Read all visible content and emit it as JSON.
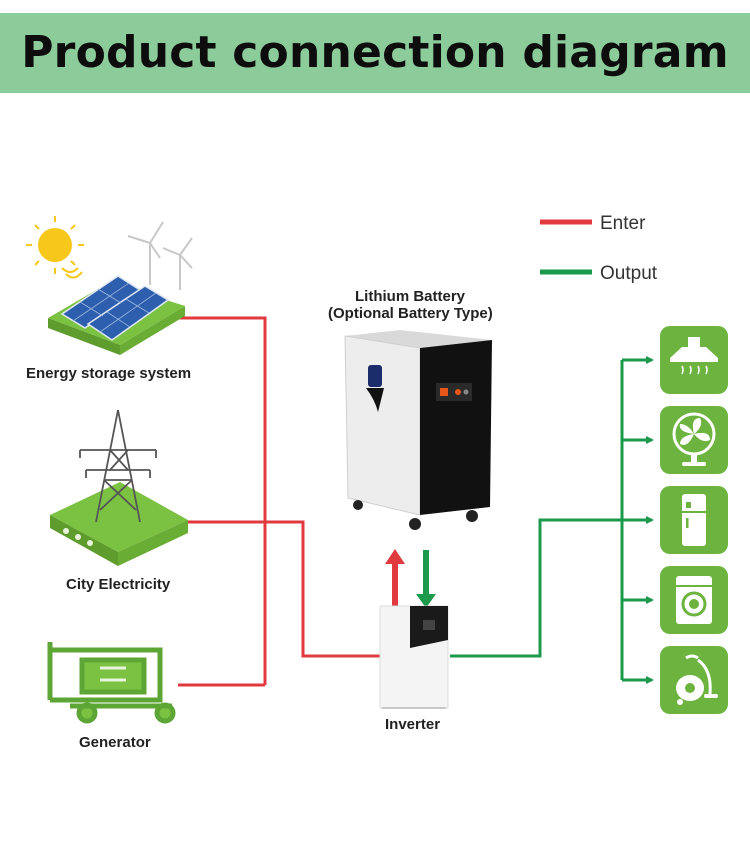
{
  "title": "Product connection diagram",
  "legend": {
    "enter": {
      "label": "Enter",
      "color": "#e03a3e"
    },
    "output": {
      "label": "Output",
      "color": "#1a9a4a"
    }
  },
  "sources": {
    "energy_storage": "Energy storage system",
    "city": "City  Electricity",
    "generator": "Generator"
  },
  "battery": {
    "label_line1": "Lithium Battery",
    "label_line2": "(Optional Battery Type)"
  },
  "inverter": {
    "label": "Inverter"
  },
  "appliances": [
    "range-hood-icon",
    "fan-icon",
    "refrigerator-icon",
    "washing-machine-icon",
    "vacuum-cleaner-icon"
  ],
  "colors": {
    "banner": "#8ccc9b",
    "appliance_green": "#6db33f",
    "platform_green": "#7cc242"
  }
}
